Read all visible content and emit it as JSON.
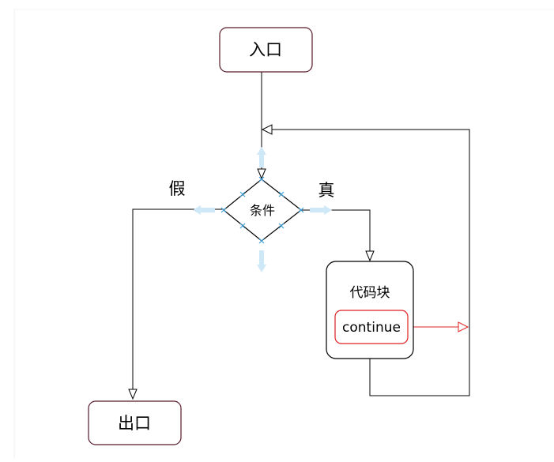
{
  "nodes": {
    "entry": "入口",
    "condition": "条件",
    "code_block": "代码块",
    "continue": "continue",
    "exit": "出口"
  },
  "edge_labels": {
    "false_branch": "假",
    "true_branch": "真"
  },
  "colors": {
    "box_border": "#5a1a2a",
    "line": "#000000",
    "continue_accent": "#e02020",
    "hint_arrow": "#cfe8f7",
    "hint_point": "#3fa0d8"
  }
}
